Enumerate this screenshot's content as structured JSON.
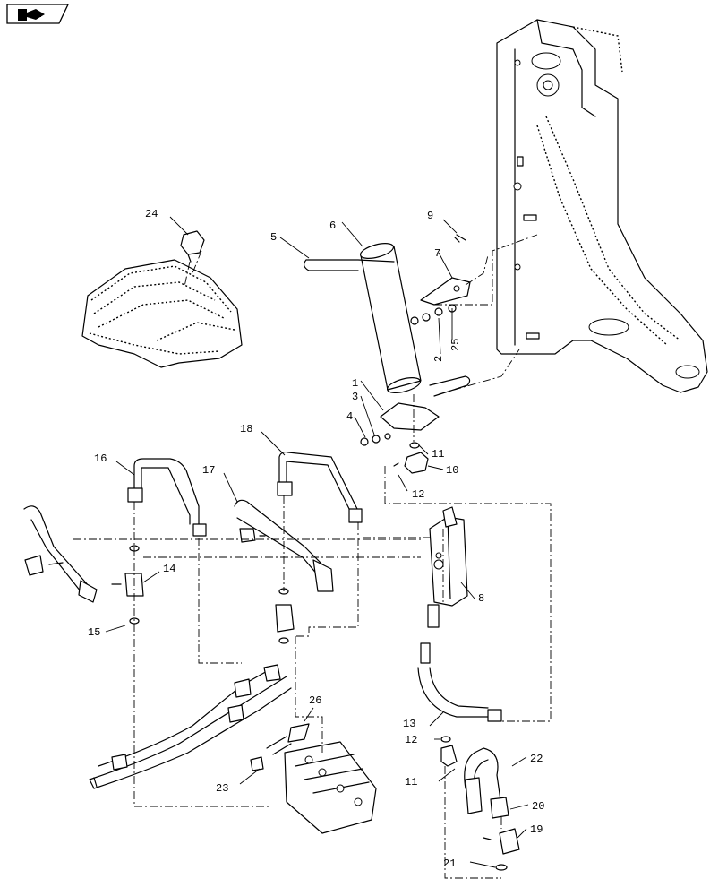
{
  "nav": {
    "icon": "page-back-arrow-icon"
  },
  "callouts": {
    "c1": "1",
    "c2": "2",
    "c3": "3",
    "c4": "4",
    "c5": "5",
    "c6": "6",
    "c7": "7",
    "c8": "8",
    "c9": "9",
    "c10": "10",
    "c11a": "11",
    "c11b": "11",
    "c12a": "12",
    "c12b": "12",
    "c13": "13",
    "c14": "14",
    "c15": "15",
    "c16": "16",
    "c17": "17",
    "c18": "18",
    "c19": "19",
    "c20": "20",
    "c21": "21",
    "c22": "22",
    "c23": "23",
    "c24": "24",
    "c25": "25",
    "c26": "26"
  }
}
